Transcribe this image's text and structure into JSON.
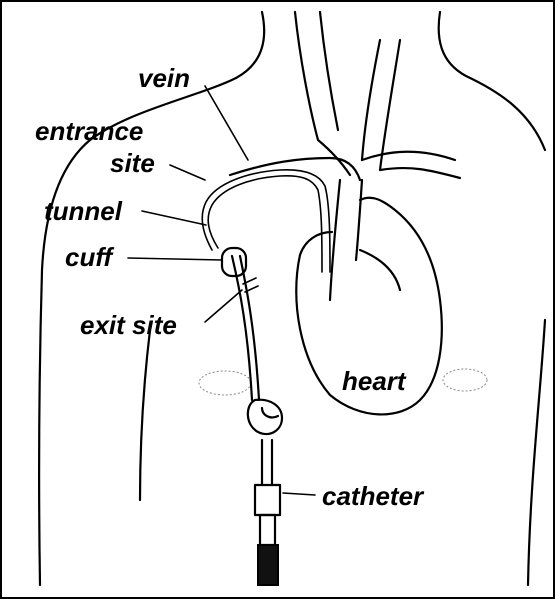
{
  "labels": {
    "vein": "vein",
    "entrance_line1": "entrance",
    "entrance_line2": "site",
    "tunnel": "tunnel",
    "cuff": "cuff",
    "exit_site": "exit site",
    "heart": "heart",
    "catheter": "catheter"
  },
  "colors": {
    "line": "#000000",
    "background": "#ffffff",
    "nipple": "#888888"
  }
}
